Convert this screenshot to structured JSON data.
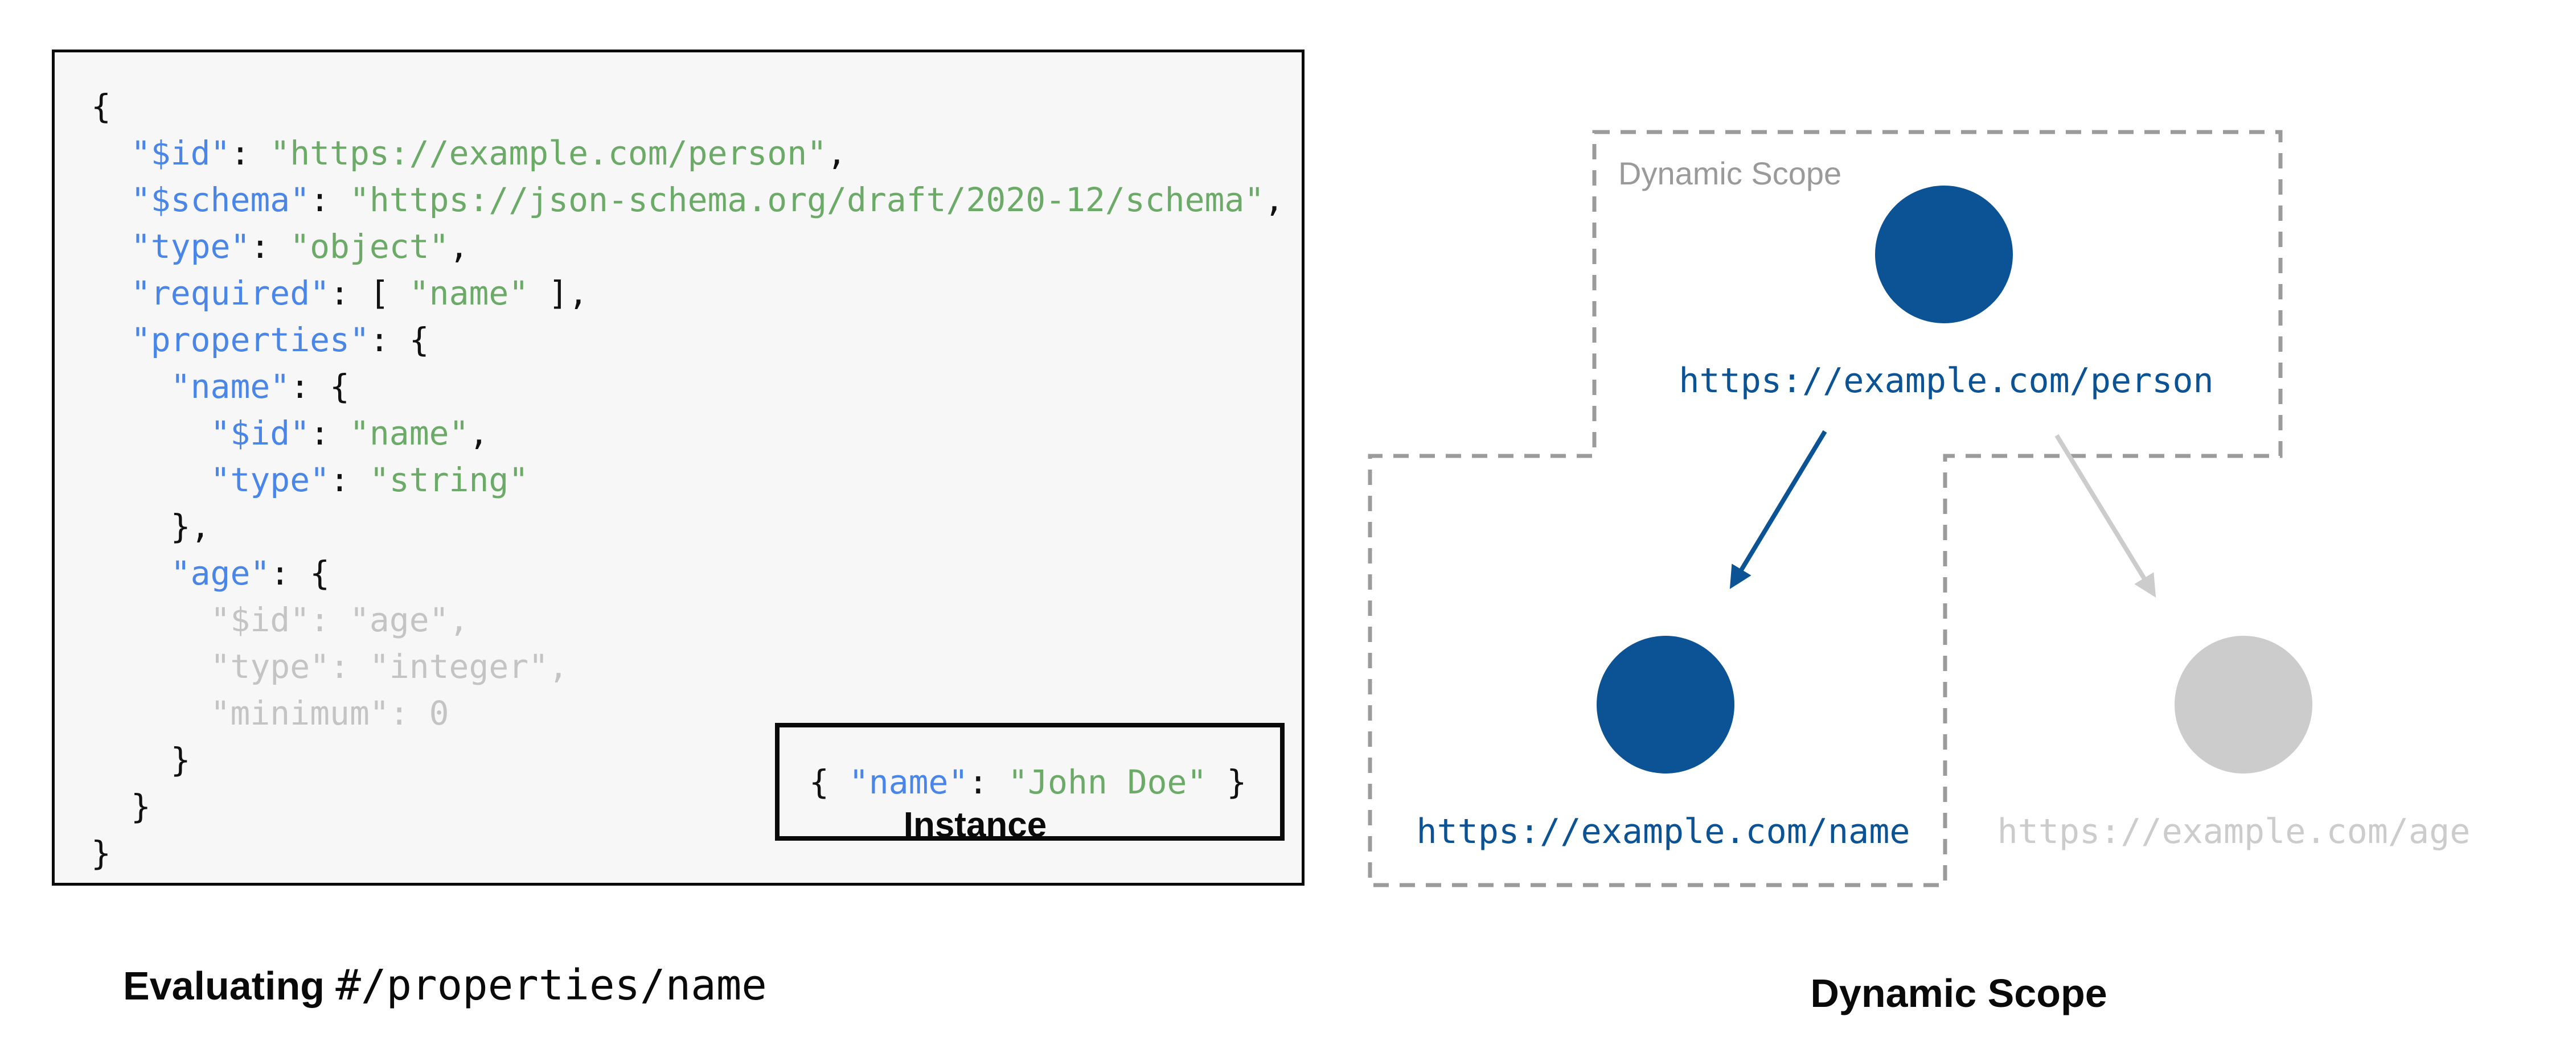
{
  "colors": {
    "key_blue": "#4a86e8",
    "string_green": "#6caa68",
    "punctuation_black": "#111111",
    "muted_gray": "#c4c4c4",
    "node_active_blue": "#0b5394",
    "node_inactive_gray": "#cccccc",
    "dash_border_gray": "#9b9b9b",
    "scope_label_gray": "#9a9a9a",
    "panel_background": "#f7f7f7"
  },
  "schema_panel": {
    "code_lines": [
      [
        [
          "p",
          "{"
        ]
      ],
      [
        [
          "p",
          "  "
        ],
        [
          "k",
          "\"$id\""
        ],
        [
          "p",
          ": "
        ],
        [
          "s",
          "\"https://example.com/person\""
        ],
        [
          "p",
          ","
        ]
      ],
      [
        [
          "p",
          "  "
        ],
        [
          "k",
          "\"$schema\""
        ],
        [
          "p",
          ": "
        ],
        [
          "s",
          "\"https://json-schema.org/draft/2020-12/schema\""
        ],
        [
          "p",
          ","
        ]
      ],
      [
        [
          "p",
          "  "
        ],
        [
          "k",
          "\"type\""
        ],
        [
          "p",
          ": "
        ],
        [
          "s",
          "\"object\""
        ],
        [
          "p",
          ","
        ]
      ],
      [
        [
          "p",
          "  "
        ],
        [
          "k",
          "\"required\""
        ],
        [
          "p",
          ": [ "
        ],
        [
          "s",
          "\"name\""
        ],
        [
          "p",
          " ],"
        ]
      ],
      [
        [
          "p",
          "  "
        ],
        [
          "k",
          "\"properties\""
        ],
        [
          "p",
          ": {"
        ]
      ],
      [
        [
          "p",
          "    "
        ],
        [
          "k",
          "\"name\""
        ],
        [
          "p",
          ": {"
        ]
      ],
      [
        [
          "p",
          "      "
        ],
        [
          "k",
          "\"$id\""
        ],
        [
          "p",
          ": "
        ],
        [
          "s",
          "\"name\""
        ],
        [
          "p",
          ","
        ]
      ],
      [
        [
          "p",
          "      "
        ],
        [
          "k",
          "\"type\""
        ],
        [
          "p",
          ": "
        ],
        [
          "s",
          "\"string\""
        ]
      ],
      [
        [
          "p",
          "    },"
        ]
      ],
      [
        [
          "p",
          "    "
        ],
        [
          "k",
          "\"age\""
        ],
        [
          "p",
          ": {"
        ]
      ],
      [
        [
          "m",
          "      \"$id\": \"age\","
        ]
      ],
      [
        [
          "m",
          "      \"type\": \"integer\","
        ]
      ],
      [
        [
          "m",
          "      \"minimum\": 0"
        ]
      ],
      [
        [
          "p",
          "    }"
        ]
      ],
      [
        [
          "p",
          "  }"
        ]
      ],
      [
        [
          "p",
          "}"
        ]
      ]
    ]
  },
  "instance_box": {
    "tokens": [
      [
        [
          "p",
          "{ "
        ],
        [
          "k",
          "\"name\""
        ],
        [
          "p",
          ": "
        ],
        [
          "s",
          "\"John Doe\""
        ],
        [
          "p",
          " }"
        ]
      ]
    ],
    "label": "Instance"
  },
  "captions": {
    "left_bold": "Evaluating",
    "left_separator": " ",
    "left_mono": "#/properties/name",
    "right": "Dynamic Scope"
  },
  "diagram": {
    "scope_label": "Dynamic Scope",
    "nodes": [
      {
        "id": "person",
        "url": "https://example.com/person",
        "state": "active"
      },
      {
        "id": "name",
        "url": "https://example.com/name",
        "state": "active"
      },
      {
        "id": "age",
        "url": "https://example.com/age",
        "state": "inactive"
      }
    ]
  }
}
